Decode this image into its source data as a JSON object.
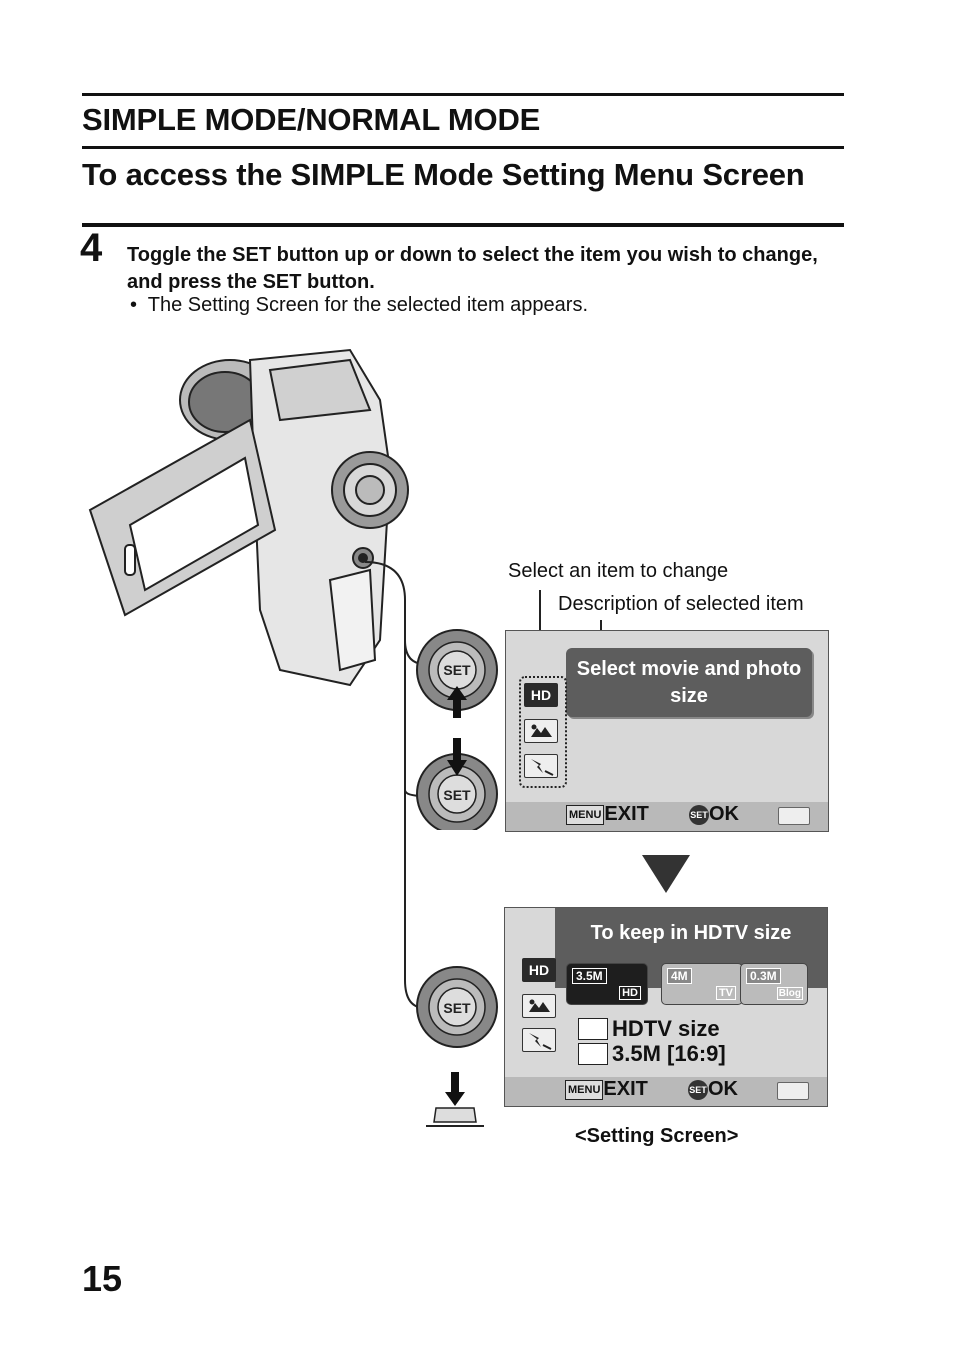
{
  "section_title": "SIMPLE MODE/NORMAL MODE",
  "subsection_title": "To access the SIMPLE Mode Setting Menu Screen",
  "step": {
    "number": "4",
    "instruction": "Toggle the SET button up or down to select the item you wish to change, and press the SET button.",
    "bullet": "The Setting Screen for the selected item appears."
  },
  "callouts": {
    "select_item": "Select an item to change",
    "description": "Description of selected item"
  },
  "screen1": {
    "description": "Select movie and photo size",
    "hd_icon": "HD",
    "exit_label": "EXIT",
    "ok_label": "OK",
    "menu_tag": "MENU",
    "set_tag": "SET"
  },
  "screen2": {
    "title": "To keep in HDTV size",
    "hd_icon": "HD",
    "options": [
      {
        "label": "3.5M",
        "tag": "HD"
      },
      {
        "label": "4M",
        "tag": "TV"
      },
      {
        "label": "0.3M",
        "tag": "Blog"
      }
    ],
    "info_line1": "HDTV size",
    "info_line2": "3.5M [16:9]",
    "exit_label": "EXIT",
    "ok_label": "OK",
    "menu_tag": "MENU",
    "set_tag": "SET"
  },
  "set_button_label": "SET",
  "caption": "<Setting Screen>",
  "page_number": "15"
}
